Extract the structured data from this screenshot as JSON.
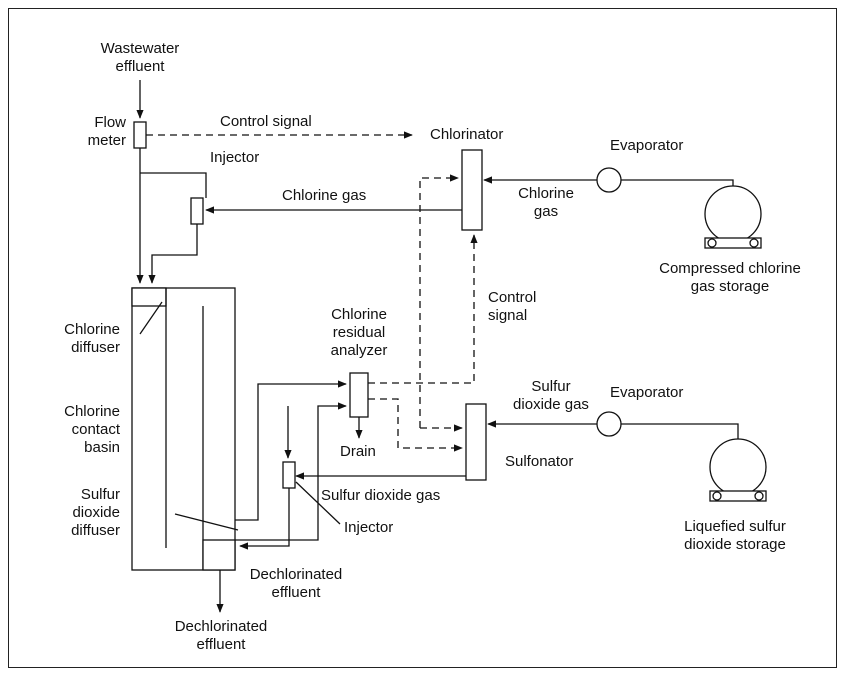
{
  "labels": {
    "wastewater_effluent": "Wastewater\neffluent",
    "flow_meter": "Flow\nmeter",
    "control_signal_top": "Control signal",
    "chlorinator": "Chlorinator",
    "evaporator_top": "Evaporator",
    "injector_top": "Injector",
    "chlorine_gas_line": "Chlorine gas",
    "chlorine_gas_evap": "Chlorine\ngas",
    "compressed_chlorine_storage": "Compressed chlorine\ngas storage",
    "control_signal_right": "Control\nsignal",
    "chlorine_residual_analyzer": "Chlorine\nresidual\nanalyzer",
    "chlorine_diffuser": "Chlorine\ndiffuser",
    "chlorine_contact_basin": "Chlorine\ncontact\nbasin",
    "drain": "Drain",
    "sulfur_dioxide_gas_evap": "Sulfur\ndioxide gas",
    "evaporator_bottom": "Evaporator",
    "sulfonator": "Sulfonator",
    "sulfur_dioxide_gas_line": "Sulfur dioxide gas",
    "sulfur_dioxide_diffuser": "Sulfur\ndioxide\ndiffuser",
    "injector_bottom": "Injector",
    "liquefied_so2_storage": "Liquefied sulfur\ndioxide storage",
    "dechlorinated_effluent_mid": "Dechlorinated\neffluent",
    "dechlorinated_effluent_bottom": "Dechlorinated\neffluent"
  }
}
